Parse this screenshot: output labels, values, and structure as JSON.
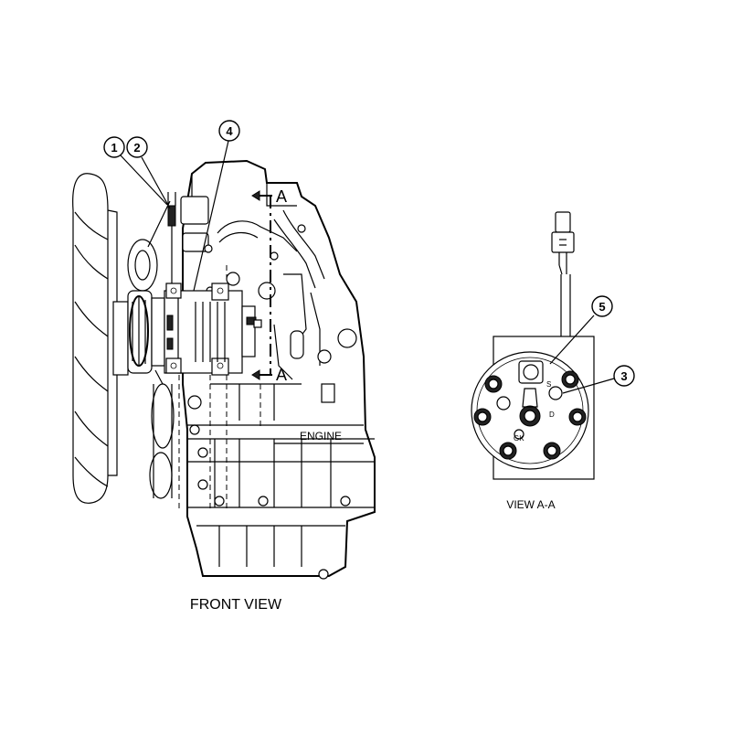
{
  "views": {
    "front_view_label": "FRONT VIEW",
    "view_aa_label": "VIEW A-A"
  },
  "labels": {
    "engine": "ENGINE",
    "section_top": "A",
    "section_bottom": "A",
    "port_s": "S",
    "port_d": "D",
    "port_gk": "GK"
  },
  "callouts": [
    {
      "id": "1",
      "label": "1"
    },
    {
      "id": "2",
      "label": "2"
    },
    {
      "id": "3",
      "label": "3"
    },
    {
      "id": "4",
      "label": "4"
    },
    {
      "id": "5",
      "label": "5"
    }
  ]
}
